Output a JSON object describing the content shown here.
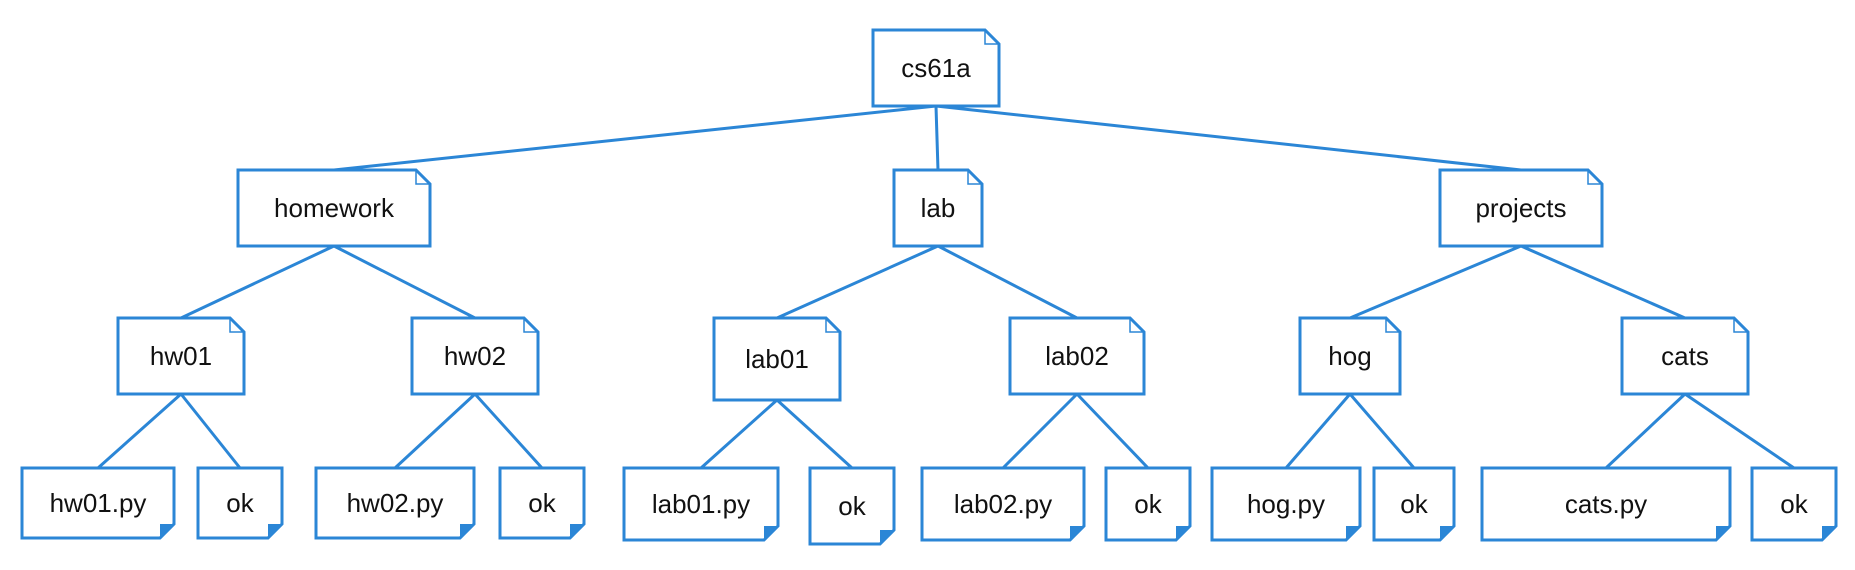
{
  "accent_color": "#2b86d6",
  "root": {
    "label": "cs61a",
    "children": [
      {
        "label": "homework",
        "children": [
          {
            "label": "hw01",
            "children": [
              {
                "label": "hw01.py"
              },
              {
                "label": "ok"
              }
            ]
          },
          {
            "label": "hw02",
            "children": [
              {
                "label": "hw02.py"
              },
              {
                "label": "ok"
              }
            ]
          }
        ]
      },
      {
        "label": "lab",
        "children": [
          {
            "label": "lab01",
            "children": [
              {
                "label": "lab01.py"
              },
              {
                "label": "ok"
              }
            ]
          },
          {
            "label": "lab02",
            "children": [
              {
                "label": "lab02.py"
              },
              {
                "label": "ok"
              }
            ]
          }
        ]
      },
      {
        "label": "projects",
        "children": [
          {
            "label": "hog",
            "children": [
              {
                "label": "hog.py"
              },
              {
                "label": "ok"
              }
            ]
          },
          {
            "label": "cats",
            "children": [
              {
                "label": "cats.py"
              },
              {
                "label": "ok"
              }
            ]
          }
        ]
      }
    ]
  }
}
